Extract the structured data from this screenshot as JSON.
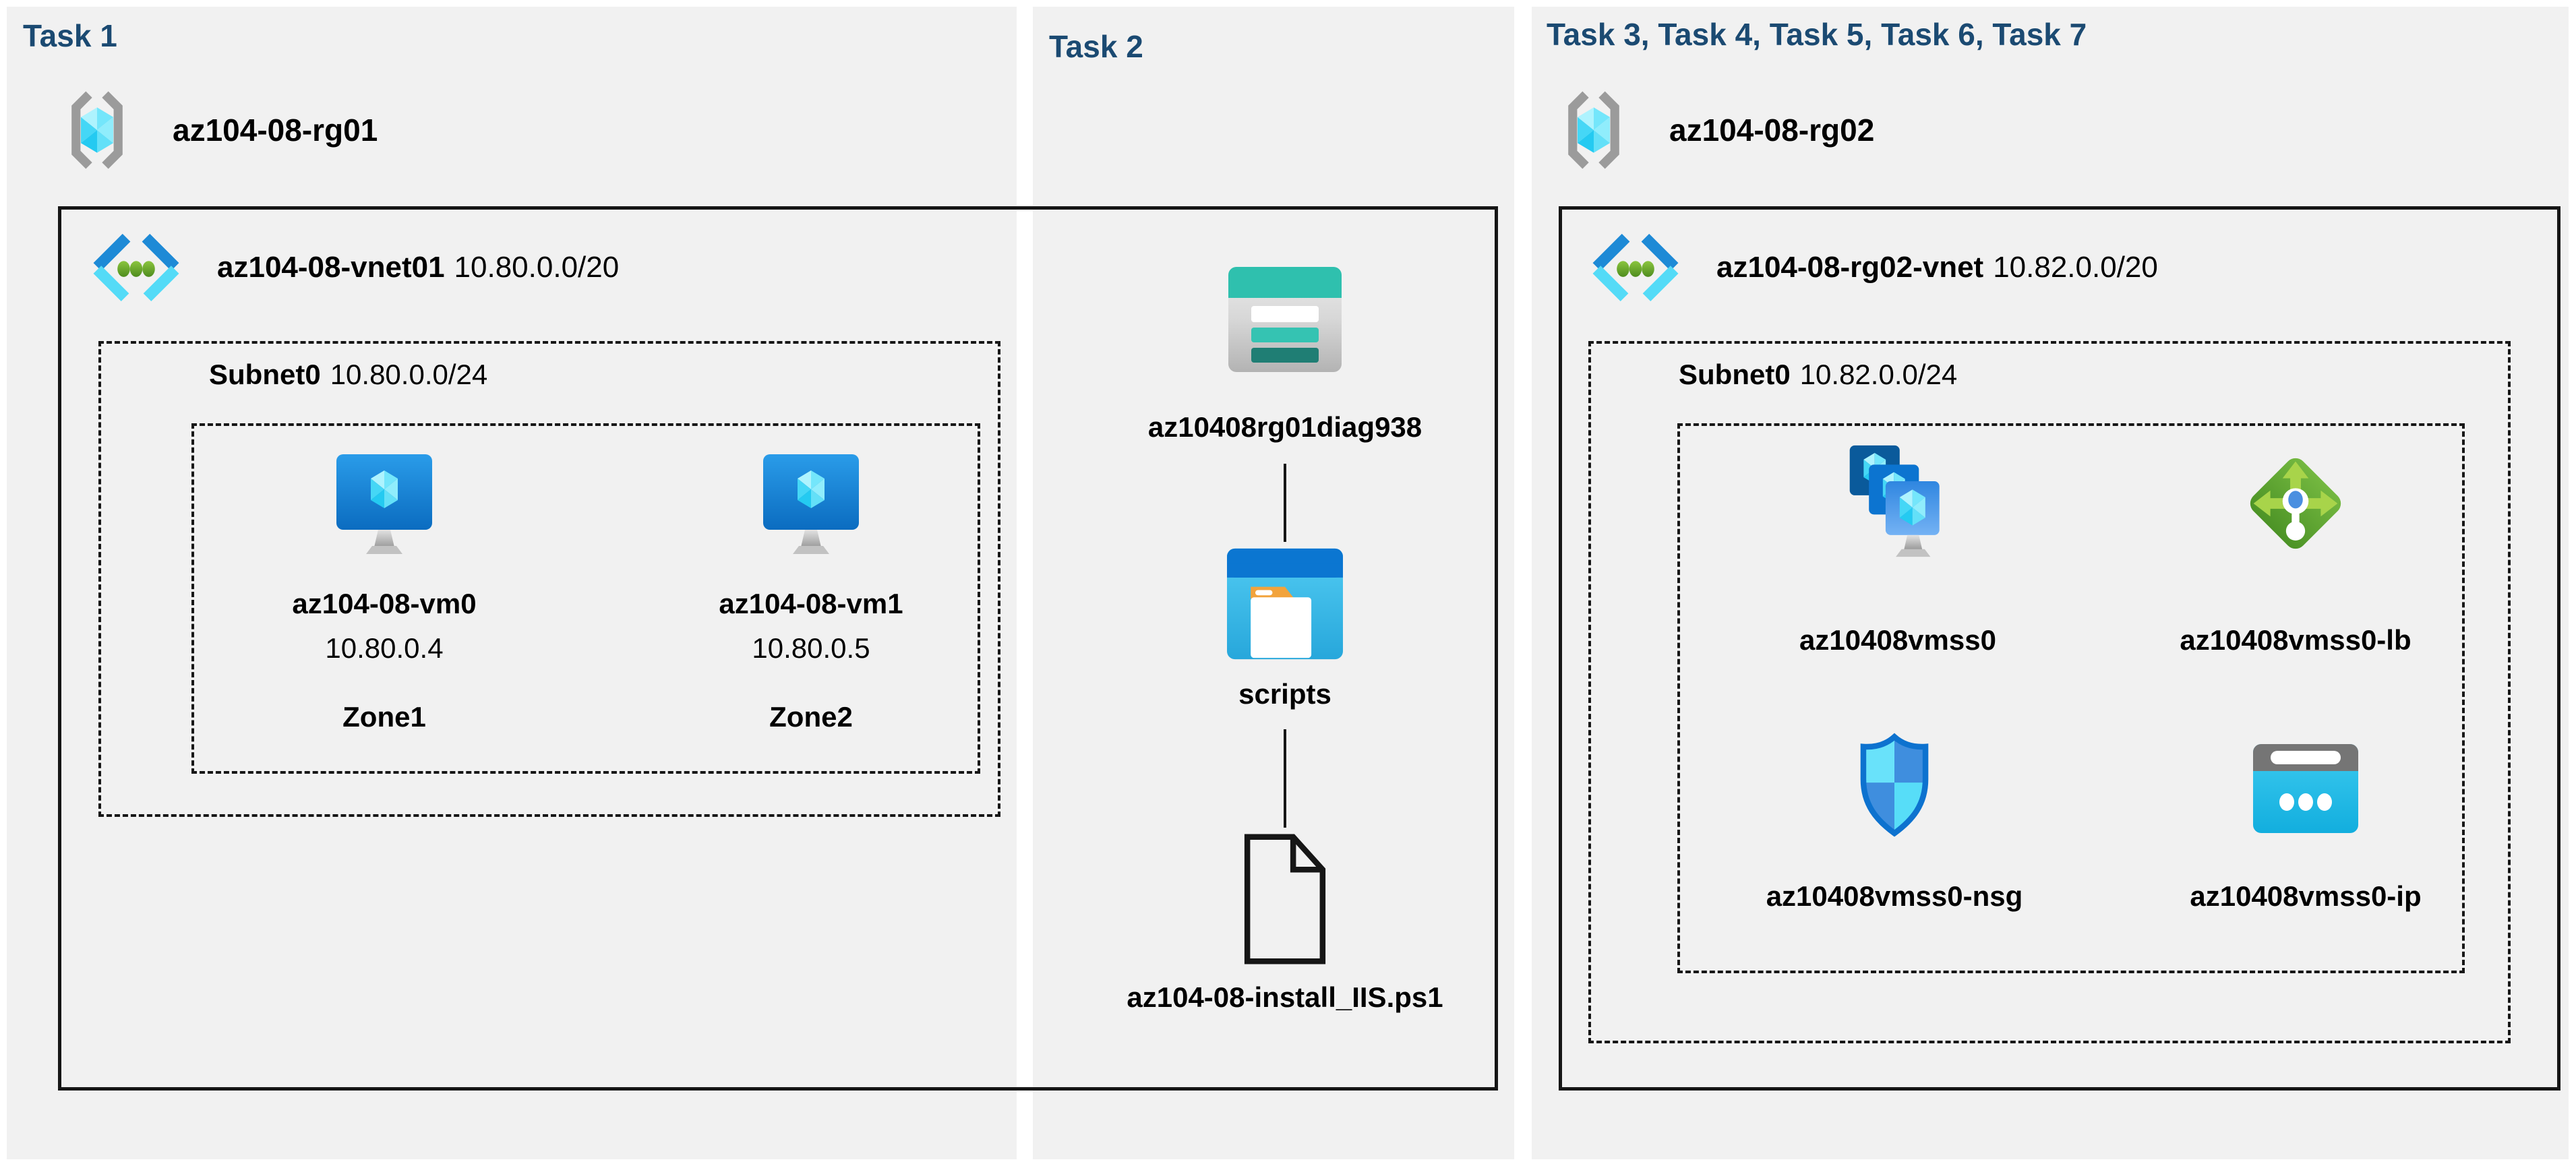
{
  "colors": {
    "page_bg": "#ffffff",
    "panel_bg": "#f1f1f1",
    "task_heading": "#1b4a72",
    "text": "#000000",
    "border": "#161616",
    "vnet_icon_blue": "#1e8ad6",
    "vnet_icon_cyan": "#54dbf7",
    "storage_teal": "#2fc0ae",
    "lb_green": "#5ba32f",
    "nsg_blue": "#0d72cf"
  },
  "icons": {
    "resource-group": "gray-brackets-cyan-cube",
    "virtual-network": "blue-chevrons-green-dots",
    "virtual-machine": "blue-monitor-cube",
    "storage-account": "teal-banded-table",
    "blob-container": "window-folder",
    "script-file": "document-outline-folded-corner",
    "vm-scale-set": "stacked-blue-monitors",
    "load-balancer": "green-diamond-arrows",
    "network-security-group": "blue-quartered-shield",
    "public-ip": "gray-band-cyan-card-dots"
  },
  "task1": {
    "heading": "Task 1",
    "resource_group": "az104-08-rg01",
    "vnet": {
      "name": "az104-08-vnet01",
      "cidr": "10.80.0.0/20"
    },
    "subnet": {
      "name": "Subnet0",
      "cidr": "10.80.0.0/24"
    },
    "vms": [
      {
        "name": "az104-08-vm0",
        "ip": "10.80.0.4",
        "zone": "Zone1"
      },
      {
        "name": "az104-08-vm1",
        "ip": "10.80.0.5",
        "zone": "Zone2"
      }
    ]
  },
  "task2": {
    "heading": "Task 2",
    "storage_account": "az10408rg01diag938",
    "container": "scripts",
    "script_file": "az104-08-install_IIS.ps1"
  },
  "task3": {
    "heading": "Task 3, Task 4, Task 5, Task 6, Task 7",
    "resource_group": "az104-08-rg02",
    "vnet": {
      "name": "az104-08-rg02-vnet",
      "cidr": "10.82.0.0/20"
    },
    "subnet": {
      "name": "Subnet0",
      "cidr": "10.82.0.0/24"
    },
    "resources": [
      {
        "name": "az10408vmss0",
        "type": "vm-scale-set"
      },
      {
        "name": "az10408vmss0-lb",
        "type": "load-balancer"
      },
      {
        "name": "az10408vmss0-nsg",
        "type": "network-security-group"
      },
      {
        "name": "az10408vmss0-ip",
        "type": "public-ip"
      }
    ]
  }
}
